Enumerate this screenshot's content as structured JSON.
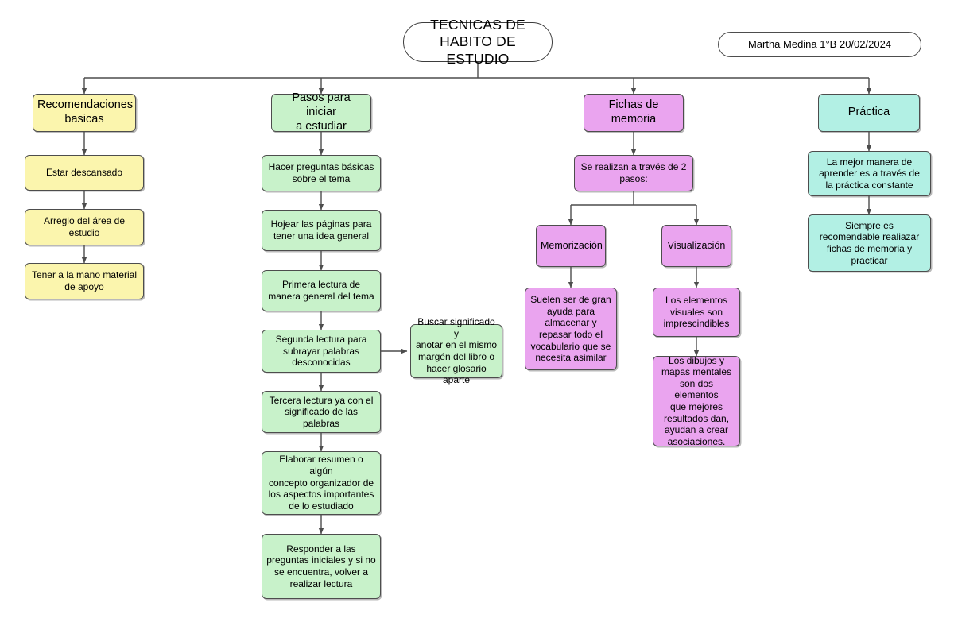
{
  "diagram": {
    "title": "TECNICAS DE\nHABITO DE ESTUDIO",
    "stamp": {
      "author": "Martha Medina",
      "group": "1°B",
      "date": "20/02/2024",
      "text": "Martha Medina    1°B        20/02/2024"
    },
    "colors": {
      "yellow": "#fbf5ad",
      "green": "#c8f2ca",
      "pink": "#eaa4ef",
      "cyan": "#b2f0e4",
      "border": "#4d4d4d",
      "edge": "#4d4d4d",
      "background": "#ffffff"
    },
    "branches": [
      {
        "key": "recomendaciones",
        "color": "yellow",
        "header": "Recomendaciones\nbasicas",
        "steps": [
          "Estar descansado",
          "Arreglo del área de\nestudio",
          "Tener a la mano material\nde apoyo"
        ]
      },
      {
        "key": "pasos",
        "color": "green",
        "header": "Pasos para iniciar\na estudiar",
        "steps": [
          "Hacer preguntas básicas\nsobre el tema",
          "Hojear las páginas para\ntener una idea general",
          "Primera lectura de\nmanera general del tema",
          "Segunda lectura para\nsubrayar palabras\ndesconocidas",
          "Tercera lectura ya con el\nsignificado de las\npalabras",
          "Elaborar resumen o algún\nconcepto organizador de\nlos aspectos importantes\nde lo estudiado",
          "Responder a las\npreguntas iniciales y si no\nse encuentra, volver a\nrealizar lectura"
        ],
        "side_note": "Buscar significado y\nanotar en el mismo\nmargén del libro o\nhacer glosario aparte"
      },
      {
        "key": "fichas",
        "color": "pink",
        "header": "Fichas de\nmemoria",
        "intro": "Se realizan a través de 2\npasos:",
        "sub_branches": [
          {
            "label": "Memorización",
            "steps": [
              "Suelen ser de gran\nayuda para\nalmacenar y\nrepasar todo el\nvocabulario que se\nnecesita asimilar"
            ]
          },
          {
            "label": "Visualización",
            "steps": [
              "Los elementos\nvisuales son\nimprescindibles",
              "Los dibujos y\nmapas mentales\nson dos elementos\nque mejores\nresultados dan,\nayudan a crear\nasociaciones."
            ]
          }
        ]
      },
      {
        "key": "practica",
        "color": "cyan",
        "header": "Práctica",
        "steps": [
          "La mejor manera de\naprender es a través de\nla práctica constante",
          "Siempre es\nrecomendable realiazar\nfichas de memoria y\npracticar"
        ]
      }
    ]
  }
}
